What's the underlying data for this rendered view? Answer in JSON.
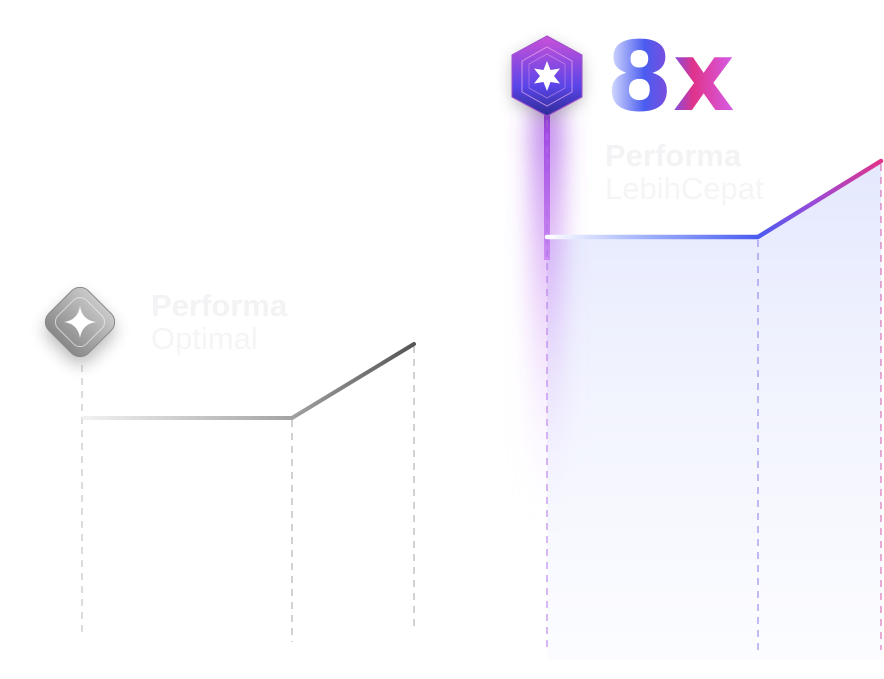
{
  "left_card": {
    "title": "Performa",
    "subtitle": "Optimal",
    "icon": "sparkle-diamond-icon",
    "colors": {
      "line_start": "#e6e6e6",
      "line_end": "#5a5a5a",
      "badge": "#9a9a9a"
    }
  },
  "right_card": {
    "multiplier": "8x",
    "title": "Performa",
    "subtitle": "LebihCepat",
    "icon": "star-hexagon-icon",
    "colors": {
      "blue": "#4a5cf0",
      "purple": "#a64de0",
      "pink": "#e0338a",
      "fill": "#e8ebfd"
    }
  }
}
